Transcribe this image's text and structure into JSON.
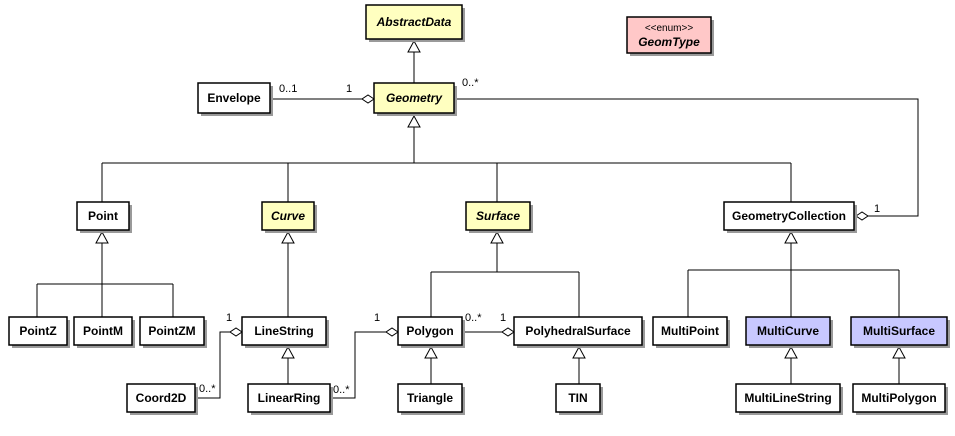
{
  "colors": {
    "abstract": "#ffffc0",
    "concrete": "#ffffff",
    "multi": "#c8c8ff",
    "enum": "#ffc8c8"
  },
  "classes": {
    "abstract_data": {
      "name": "AbstractData",
      "abstract": true,
      "kind": "abstract"
    },
    "geom_type": {
      "stereotype": "<<enum>>",
      "name": "GeomType",
      "kind": "enum"
    },
    "envelope": {
      "name": "Envelope",
      "kind": "concrete"
    },
    "geometry": {
      "name": "Geometry",
      "abstract": true,
      "kind": "abstract"
    },
    "point": {
      "name": "Point",
      "kind": "concrete"
    },
    "curve": {
      "name": "Curve",
      "abstract": true,
      "kind": "abstract"
    },
    "surface": {
      "name": "Surface",
      "abstract": true,
      "kind": "abstract"
    },
    "geometry_collection": {
      "name": "GeometryCollection",
      "kind": "concrete"
    },
    "point_z": {
      "name": "PointZ",
      "kind": "concrete"
    },
    "point_m": {
      "name": "PointM",
      "kind": "concrete"
    },
    "point_zm": {
      "name": "PointZM",
      "kind": "concrete"
    },
    "line_string": {
      "name": "LineString",
      "kind": "concrete"
    },
    "polygon": {
      "name": "Polygon",
      "kind": "concrete"
    },
    "polyhedral_surface": {
      "name": "PolyhedralSurface",
      "kind": "concrete"
    },
    "multi_point": {
      "name": "MultiPoint",
      "kind": "concrete"
    },
    "multi_curve": {
      "name": "MultiCurve",
      "kind": "multi"
    },
    "multi_surface": {
      "name": "MultiSurface",
      "kind": "multi"
    },
    "coord_2d": {
      "name": "Coord2D",
      "kind": "concrete"
    },
    "linear_ring": {
      "name": "LinearRing",
      "kind": "concrete"
    },
    "triangle": {
      "name": "Triangle",
      "kind": "concrete"
    },
    "tin": {
      "name": "TIN",
      "kind": "concrete"
    },
    "multi_line_string": {
      "name": "MultiLineString",
      "kind": "concrete"
    },
    "multi_polygon": {
      "name": "MultiPolygon",
      "kind": "concrete"
    }
  },
  "multiplicities": {
    "envelope_end": "0..1",
    "geometry_envelope_end": "1",
    "geometry_collection_member": "0..*",
    "collection_owner": "1",
    "linestring_owner": "1",
    "linestring_coords": "0..*",
    "polygon_owner": "1",
    "polygon_rings": "0..*",
    "polygon_members": "0..*",
    "polyhedral_owner": "1"
  }
}
